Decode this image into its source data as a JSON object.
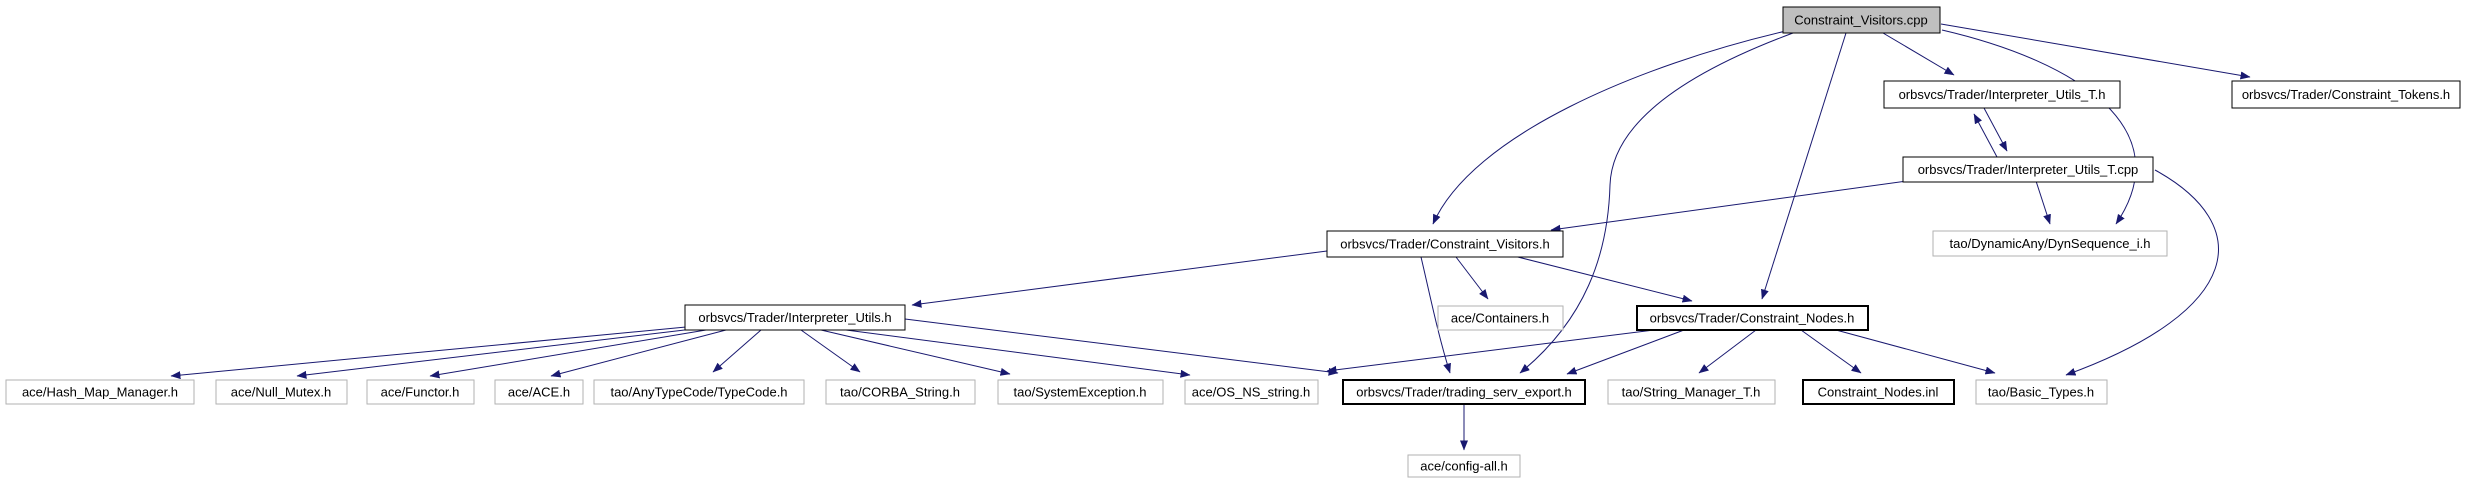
{
  "diagram": {
    "type": "include-dependency-graph",
    "edge_color": "#191970",
    "root_node_fill": "#bfbfbf",
    "documented_border_color": "#000000",
    "external_border_color": "#b2b2b2",
    "nodes": {
      "cpp": {
        "label": "Constraint_Visitors.cpp"
      },
      "interpreter_utils_t_h": {
        "label": "orbsvcs/Trader/Interpreter_Utils_T.h"
      },
      "constraint_tokens_h": {
        "label": "orbsvcs/Trader/Constraint_Tokens.h"
      },
      "interpreter_utils_t_cpp": {
        "label": "orbsvcs/Trader/Interpreter_Utils_T.cpp"
      },
      "dynsequence_i_h": {
        "label": "tao/DynamicAny/DynSequence_i.h"
      },
      "constraint_visitors_h": {
        "label": "orbsvcs/Trader/Constraint_Visitors.h"
      },
      "containers_h": {
        "label": "ace/Containers.h"
      },
      "constraint_nodes_h": {
        "label": "orbsvcs/Trader/Constraint_Nodes.h"
      },
      "interpreter_utils_h": {
        "label": "orbsvcs/Trader/Interpreter_Utils.h"
      },
      "hash_map_manager_h": {
        "label": "ace/Hash_Map_Manager.h"
      },
      "null_mutex_h": {
        "label": "ace/Null_Mutex.h"
      },
      "functor_h": {
        "label": "ace/Functor.h"
      },
      "ace_h": {
        "label": "ace/ACE.h"
      },
      "typecode_h": {
        "label": "tao/AnyTypeCode/TypeCode.h"
      },
      "corba_string_h": {
        "label": "tao/CORBA_String.h"
      },
      "system_exception_h": {
        "label": "tao/SystemException.h"
      },
      "os_ns_string_h": {
        "label": "ace/OS_NS_string.h"
      },
      "trading_serv_export_h": {
        "label": "orbsvcs/Trader/trading_serv_export.h"
      },
      "string_manager_t_h": {
        "label": "tao/String_Manager_T.h"
      },
      "constraint_nodes_inl": {
        "label": "Constraint_Nodes.inl"
      },
      "basic_types_h": {
        "label": "tao/Basic_Types.h"
      },
      "config_all_h": {
        "label": "ace/config-all.h"
      }
    },
    "edges": [
      {
        "from": "cpp",
        "to": "constraint_visitors_h"
      },
      {
        "from": "cpp",
        "to": "trading_serv_export_h"
      },
      {
        "from": "cpp",
        "to": "constraint_nodes_h"
      },
      {
        "from": "cpp",
        "to": "interpreter_utils_t_h"
      },
      {
        "from": "cpp",
        "to": "constraint_tokens_h"
      },
      {
        "from": "cpp",
        "to": "dynsequence_i_h"
      },
      {
        "from": "interpreter_utils_t_h",
        "to": "interpreter_utils_t_cpp"
      },
      {
        "from": "interpreter_utils_t_cpp",
        "to": "interpreter_utils_t_h"
      },
      {
        "from": "interpreter_utils_t_cpp",
        "to": "constraint_visitors_h"
      },
      {
        "from": "interpreter_utils_t_cpp",
        "to": "dynsequence_i_h"
      },
      {
        "from": "interpreter_utils_t_cpp",
        "to": "basic_types_h"
      },
      {
        "from": "constraint_visitors_h",
        "to": "interpreter_utils_h"
      },
      {
        "from": "constraint_visitors_h",
        "to": "containers_h"
      },
      {
        "from": "constraint_visitors_h",
        "to": "constraint_nodes_h"
      },
      {
        "from": "constraint_visitors_h",
        "to": "trading_serv_export_h"
      },
      {
        "from": "constraint_nodes_h",
        "to": "os_ns_string_h"
      },
      {
        "from": "constraint_nodes_h",
        "to": "trading_serv_export_h"
      },
      {
        "from": "constraint_nodes_h",
        "to": "string_manager_t_h"
      },
      {
        "from": "constraint_nodes_h",
        "to": "constraint_nodes_inl"
      },
      {
        "from": "constraint_nodes_h",
        "to": "basic_types_h"
      },
      {
        "from": "interpreter_utils_h",
        "to": "hash_map_manager_h"
      },
      {
        "from": "interpreter_utils_h",
        "to": "null_mutex_h"
      },
      {
        "from": "interpreter_utils_h",
        "to": "functor_h"
      },
      {
        "from": "interpreter_utils_h",
        "to": "ace_h"
      },
      {
        "from": "interpreter_utils_h",
        "to": "typecode_h"
      },
      {
        "from": "interpreter_utils_h",
        "to": "corba_string_h"
      },
      {
        "from": "interpreter_utils_h",
        "to": "system_exception_h"
      },
      {
        "from": "interpreter_utils_h",
        "to": "os_ns_string_h"
      },
      {
        "from": "interpreter_utils_h",
        "to": "trading_serv_export_h"
      },
      {
        "from": "trading_serv_export_h",
        "to": "config_all_h"
      }
    ]
  }
}
